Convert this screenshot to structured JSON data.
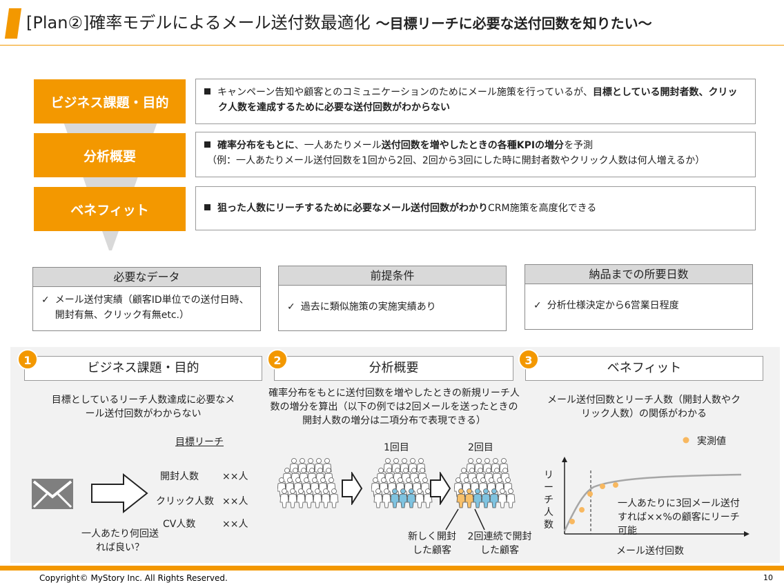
{
  "title": {
    "main": "[Plan②]確率モデルによるメール送付数最適化",
    "sub": "～目標リーチに必要な送付回数を知りたい～"
  },
  "rows": [
    {
      "label": "ビジネス課題・目的",
      "text_a": "キャンペーン告知や顧客とのコミュニケーションのためにメール施策を行っているが、",
      "text_b": "目標としている開封者数、クリック人数を達成するために必要な送付回数がわからない"
    },
    {
      "label": "分析概要",
      "text_a": "確率分布をもとに",
      "text_b": "、一人あたりメール",
      "text_c": "送付回数を増やしたときの各種KPIの増分",
      "text_d": "を予測",
      "text_e": "（例：一人あたりメール送付回数を1回から2回、2回から3回にした時に開封者数やクリック人数は何人増えるか）"
    },
    {
      "label": "ベネフィット",
      "text_a": "狙った人数にリーチするために必要なメール送付回数がわかり",
      "text_b": "CRM施策を高度化できる"
    }
  ],
  "cards": [
    {
      "head": "必要なデータ",
      "body": "メール送付実績（顧客ID単位での送付日時、開封有無、クリック有無etc.）"
    },
    {
      "head": "前提条件",
      "body": "過去に類似施策の実施実績あり"
    },
    {
      "head": "納品までの所要日数",
      "body": "分析仕様決定から6営業日程度"
    }
  ],
  "check": "✓",
  "steps": [
    {
      "num": "1",
      "title": "ビジネス課題・目的",
      "desc": "目標としているリーチ人数達成に必要なメール送付回数がわからない"
    },
    {
      "num": "2",
      "title": "分析概要",
      "desc": "確率分布をもとに送付回数を増やしたときの新規リーチ人数の増分を算出（以下の例では2回メールを送ったときの開封人数の増分は二項分布で表現できる）"
    },
    {
      "num": "3",
      "title": "ベネフィット",
      "desc": "メール送付回数とリーチ人数（開封人数やクリック人数）の関係がわかる"
    }
  ],
  "target": {
    "heading": "目標リーチ",
    "items": [
      {
        "label": "開封人数",
        "value": "××人"
      },
      {
        "label": "クリック人数",
        "value": "××人"
      },
      {
        "label": "CV人数",
        "value": "××人"
      }
    ],
    "question": "一人あたり何回送れば良い？"
  },
  "rounds": {
    "first": "1回目",
    "second": "2回目",
    "new_label": "新しく開封した顧客",
    "repeat_label": "2回連続で開封した顧客"
  },
  "curve": {
    "legend": "実測値",
    "ylabel": "リーチ人数",
    "xlabel": "メール送付回数",
    "note": "一人あたりに3回メール送付すれば××%の顧客にリーチ可能"
  },
  "footer": {
    "copyright": "Copyright© MyStory Inc. All Rights Reserved.",
    "page": "10"
  },
  "colors": {
    "accent": "#f39800",
    "person_new": "#f7c06a",
    "person_repeat": "#7fc3e0"
  }
}
